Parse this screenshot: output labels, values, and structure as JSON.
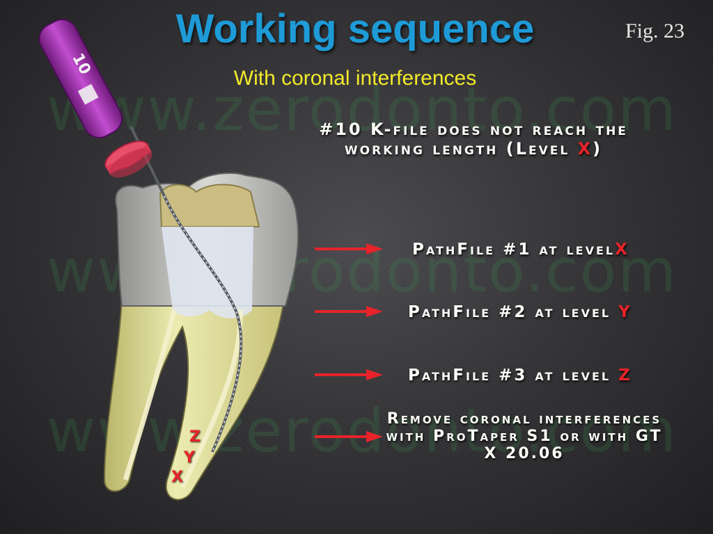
{
  "title": "Working sequence",
  "fig_label": "Fig. 23",
  "subtitle": "With coronal interferences",
  "watermark": "www.zerodonto.com",
  "file_handle_label": "10",
  "note": {
    "text": "#10 K-file does not reach the working length (Level ",
    "level": "X",
    "closing": ")"
  },
  "steps": [
    {
      "text": "PathFile #1 at level",
      "level": "X"
    },
    {
      "text": "PathFile #2 at level ",
      "level": "Y"
    },
    {
      "text": "PathFile #3 at level ",
      "level": "Z"
    },
    {
      "text": "Remove coronal interferences with ProTaper S1 or with GT X 20.06"
    }
  ],
  "levels": {
    "z": "Z",
    "y": "Y",
    "x": "X"
  },
  "colors": {
    "title": "#1e9bd7",
    "subtitle": "#f2ea2a",
    "highlight": "#e8232a",
    "arrow": "#e8232a",
    "handle": "#9a2aa8",
    "stopper": "#e8506a"
  }
}
